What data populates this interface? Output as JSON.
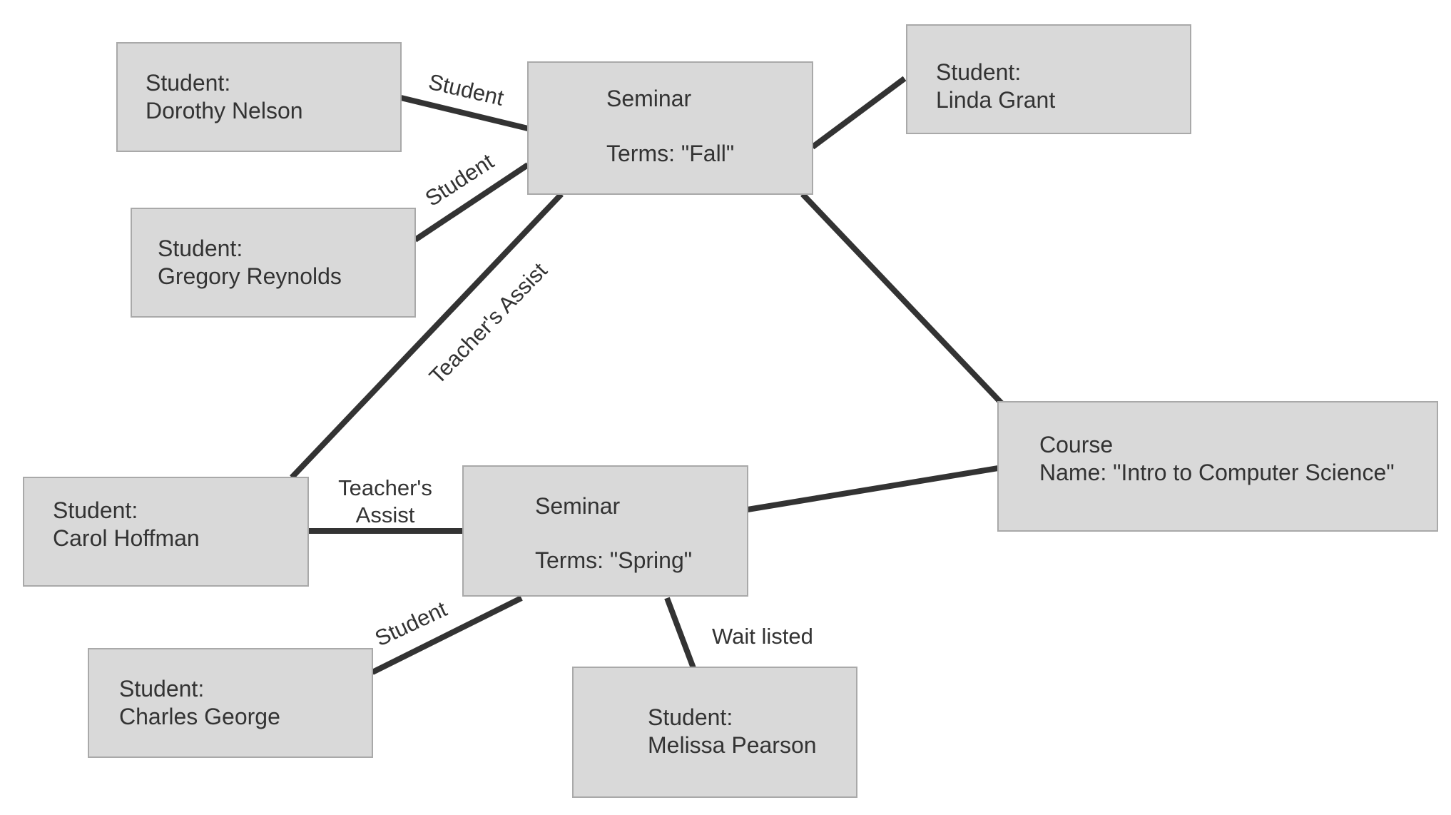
{
  "nodes": {
    "dorothy": {
      "title": "Student:",
      "name": "Dorothy Nelson"
    },
    "gregory": {
      "title": "Student:",
      "name": "Gregory Reynolds"
    },
    "seminar_fall": {
      "title": "Seminar",
      "detail": "Terms: \"Fall\""
    },
    "linda": {
      "title": "Student:",
      "name": "Linda Grant"
    },
    "course": {
      "title": "Course",
      "detail": "Name: \"Intro to Computer Science\""
    },
    "carol": {
      "title": "Student:",
      "name": "Carol Hoffman"
    },
    "seminar_spring": {
      "title": "Seminar",
      "detail": "Terms: \"Spring\""
    },
    "charles": {
      "title": "Student:",
      "name": "Charles George"
    },
    "melissa": {
      "title": "Student:",
      "name": "Melissa Pearson"
    }
  },
  "edges": {
    "dorothy_fall": "Student",
    "gregory_fall": "Student",
    "carol_fall": "Teacher's Assist",
    "carol_spring_line1": "Teacher's",
    "carol_spring_line2": "Assist",
    "charles_spring": "Student",
    "melissa_spring": "Wait listed"
  },
  "colors": {
    "node_fill": "#d9d9d9",
    "node_border": "#a9a9a9",
    "edge": "#333333",
    "text": "#333333"
  }
}
